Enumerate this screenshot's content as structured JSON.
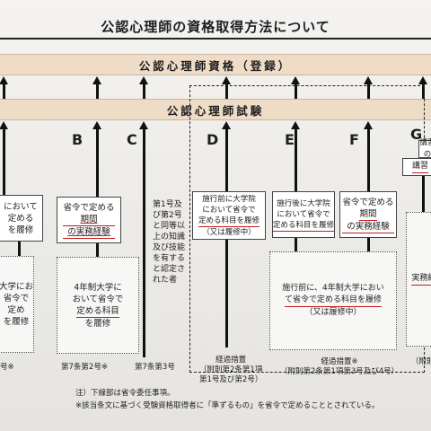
{
  "title": "公認心理師の資格取得方法について",
  "band_qualification": "公認心理師資格（登録）",
  "band_exam": "公認心理師試験",
  "routes": {
    "B": {
      "letter": "B",
      "box1": [
        "省令で定める",
        "期間",
        "の実務経験"
      ],
      "box2": [
        "4年制大学に",
        "おいて省令で",
        "定める科目",
        "を履修"
      ],
      "label": "第7条第2号※"
    },
    "C": {
      "letter": "C",
      "text": [
        "第1号及",
        "び第2号",
        "と同等以",
        "上の知識",
        "及び技能",
        "を有する",
        "と認定さ",
        "れた者"
      ],
      "label": "第7条第3号"
    },
    "D": {
      "letter": "D",
      "box1": [
        "施行前に大学院",
        "において省令で",
        "定める科目を履修",
        "（又は履修中）"
      ],
      "label": [
        "経過措置",
        "（附則第2条第1項",
        "第1号及び第2号）"
      ]
    },
    "E": {
      "letter": "E",
      "box1": [
        "施行後に大学院",
        "において省令で",
        "定める科目を履修"
      ]
    },
    "F": {
      "letter": "F",
      "box1": [
        "省令で定める",
        "期間",
        "の実務経験"
      ]
    },
    "G": {
      "letter": "G",
      "box_top": "講習",
      "box_right": "実務経",
      "top_right": "講習の"
    },
    "EF_box": [
      "施行前に、4年制大学におい",
      "て省令で定める科目を履修",
      "（又は履修中）"
    ],
    "EF_label": [
      "経過措置※",
      "（附則第2条第1項第3号及び4号）"
    ],
    "left_cut": {
      "box1": [
        "において",
        "定める",
        "を履修"
      ],
      "box2": [
        "大学にお",
        "省令で",
        "定め",
        "を履修"
      ],
      "label": "号※",
      "label_right": "（附則"
    }
  },
  "notes": [
    "注）下線部は省令委任事項。",
    "※該当条文に基づく受験資格取得者に「準ずるもの」を省令で定めることとされている。"
  ]
}
